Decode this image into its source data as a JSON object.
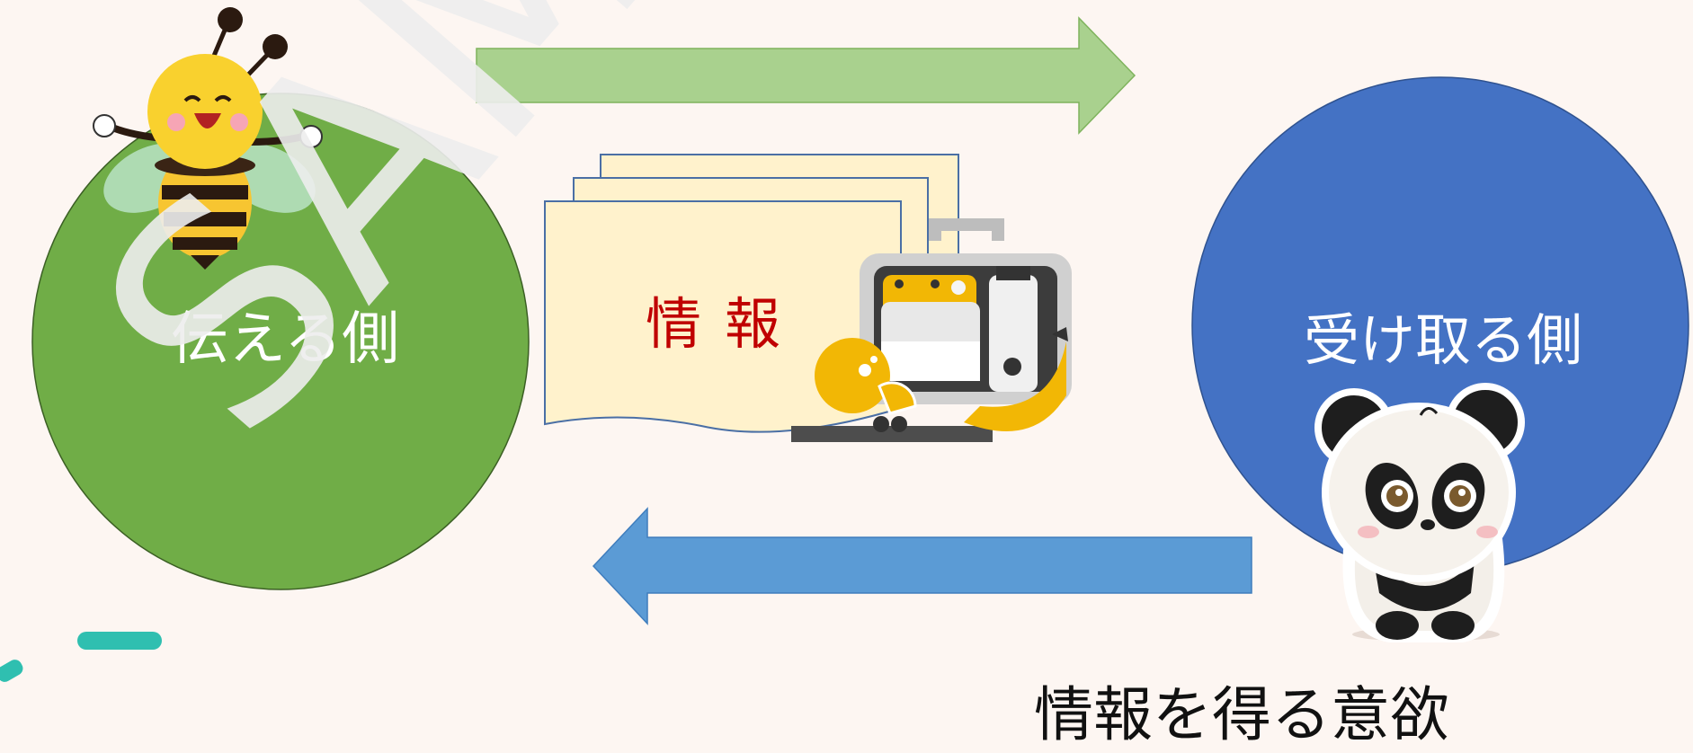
{
  "diagram": {
    "sender": {
      "label": "伝える側",
      "color": "#70ad47"
    },
    "receiver": {
      "label": "受け取る側",
      "color": "#4472c4"
    },
    "information": {
      "label": "情報"
    },
    "motivation": {
      "label": "情報を得る意欲"
    },
    "arrows": {
      "forward": {
        "direction": "sender-to-receiver",
        "color": "#a9d18e"
      },
      "backward": {
        "direction": "receiver-to-sender",
        "color": "#5b9bd5"
      }
    },
    "watermark": "SAMPLE",
    "illustrations": [
      "bee-icon",
      "documents-icon",
      "lunchbox-icon",
      "panda-icon"
    ]
  }
}
